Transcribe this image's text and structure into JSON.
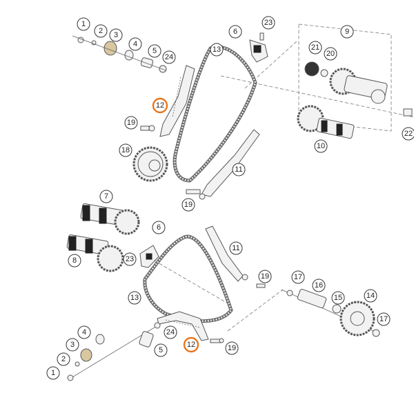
{
  "diagram": {
    "highlight_color": "#e8741a",
    "callouts": [
      "1",
      "2",
      "3",
      "4",
      "5",
      "24",
      "6",
      "23",
      "9",
      "21",
      "20",
      "13",
      "12",
      "19",
      "18",
      "11",
      "10",
      "22",
      "7",
      "8",
      "17",
      "16",
      "15",
      "14"
    ]
  }
}
